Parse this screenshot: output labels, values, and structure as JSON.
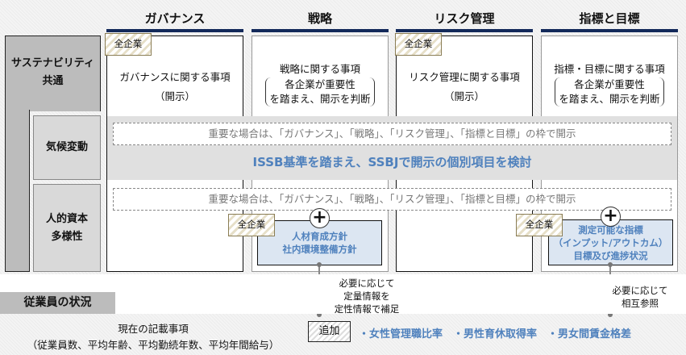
{
  "headers": [
    "ガバナンス",
    "戦略",
    "リスク管理",
    "指標と目標"
  ],
  "rows": {
    "common": [
      "サステナビリティ",
      "共通"
    ],
    "climate": "気候変動",
    "human": [
      "人的資本",
      "多様性"
    ]
  },
  "tag": "全企業",
  "cells": {
    "governance": {
      "title": "ガバナンスに関する事項",
      "sub": "（開示）"
    },
    "strategy": {
      "title": "戦略に関する事項",
      "paren": [
        "各企業が重要性",
        "を踏まえ、開示を判断"
      ]
    },
    "risk": {
      "title": "リスク管理に関する事項",
      "sub": "（開示）"
    },
    "metrics": {
      "title": "指標・目標に関する事項",
      "paren": [
        "各企業が重要性",
        "を踏まえ、開示を判断"
      ]
    }
  },
  "dashed_note": "重要な場合は、「ガバナンス」、「戦略」、「リスク管理」、「指標と目標」の枠で開示",
  "issb_text": "ISSB基準を踏まえ、SSBJで開示の個別項目を検討",
  "human_strategy_box": [
    "人材育成方針",
    "社内環境整備方針"
  ],
  "human_metrics_box": [
    "測定可能な指標",
    "（インプット/アウトカム）",
    "目標及び進捗状況"
  ],
  "plus_symbol": "+",
  "note_strategy": [
    "必要に応じて",
    "定量情報を",
    "定性情報で補足"
  ],
  "note_metrics": [
    "必要に応じて",
    "相互参照"
  ],
  "employee_section": {
    "label": "従業員の状況",
    "current_title": "現在の記載事項",
    "current_items": "（従業員数、平均年齢、平均勤続年数、平均年間給与）",
    "add_label": "追加",
    "added_items": "・女性管理職比率　・男性育休取得率　・男女間賃金格差"
  },
  "colors": {
    "navy": "#13295a",
    "blue_text": "#4f81bd",
    "blue_fill": "#dce6f2"
  }
}
